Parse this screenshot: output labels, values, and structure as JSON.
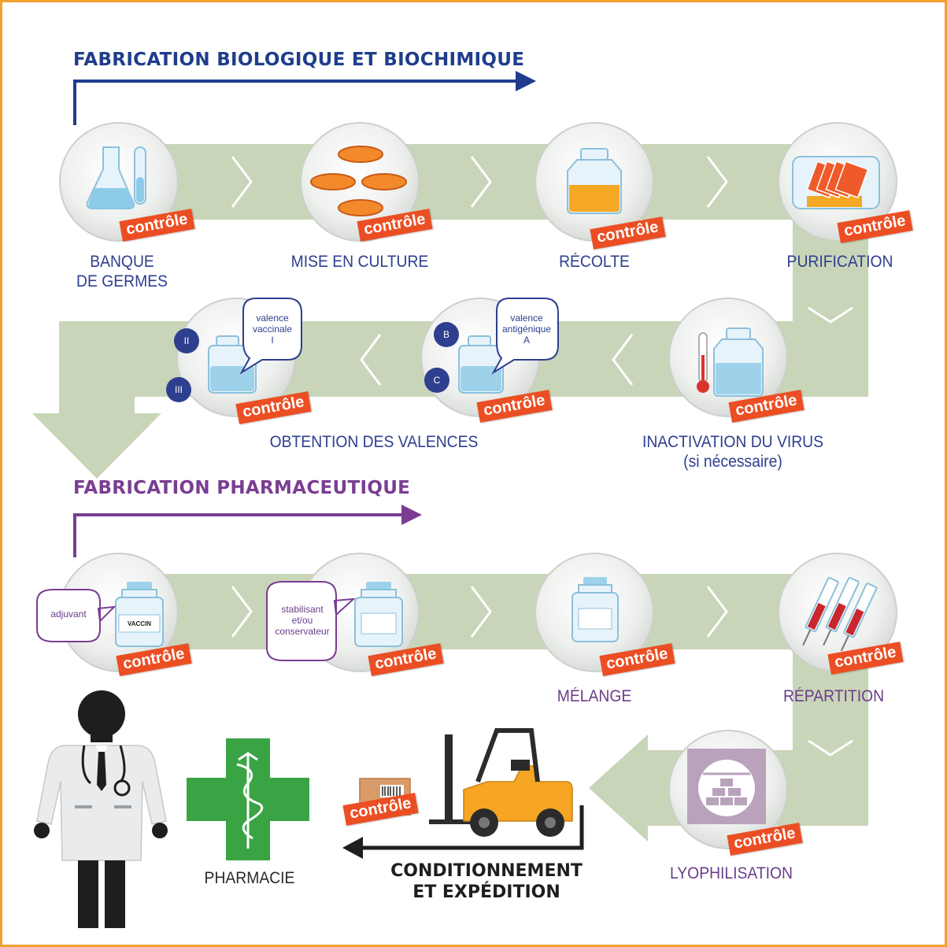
{
  "sections": {
    "bio_title": "FABRICATION BIOLOGIQUE ET BIOCHIMIQUE",
    "pharma_title": "FABRICATION PHARMACEUTIQUE"
  },
  "control_label": "contrôle",
  "steps": {
    "banque": "BANQUE\nDE GERMES",
    "culture": "MISE EN CULTURE",
    "recolte": "RÉCOLTE",
    "purification": "PURIFICATION",
    "inactivation": "INACTIVATION DU VIRUS\n(si nécessaire)",
    "valences": "OBTENTION DES VALENCES",
    "melange": "MÉLANGE",
    "repartition": "RÉPARTITION",
    "lyophilisation": "LYOPHILISATION",
    "conditionnement": "CONDITIONNEMENT\nET EXPÉDITION",
    "pharmacie": "PHARMACIE"
  },
  "bubbles": {
    "valence_vaccinale": "valence\nvaccinale\nI",
    "valence_antigenique": "valence\nantigénique\nA",
    "adjuvant": "adjuvant",
    "stabilisant": "stabilisant\net/ou\nconservateur",
    "vaccin_tag": "VACCIN"
  },
  "badges": {
    "roman_2": "II",
    "roman_3": "III",
    "letter_b": "B",
    "letter_c": "C"
  },
  "colors": {
    "band": "#c9d5b8",
    "bio_blue": "#1f3d8c",
    "pharma_purple": "#7a3d92",
    "control_orange": "#ec4e23",
    "pharmacy_green": "#3aa445",
    "frame": "#f0a030"
  }
}
